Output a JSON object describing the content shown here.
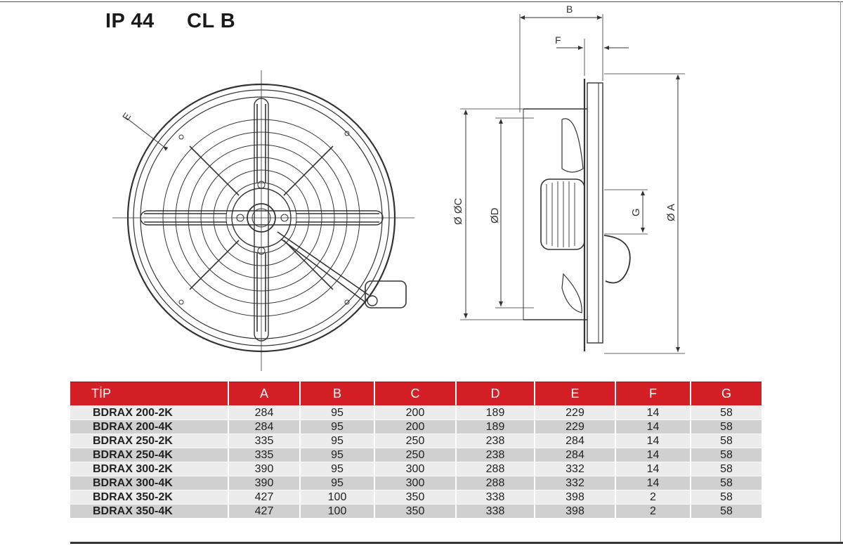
{
  "header": {
    "ip_rating": "IP 44",
    "insulation_class": "CL B"
  },
  "dimension_labels": {
    "b": "B",
    "f": "F",
    "e": "E",
    "g": "G",
    "diam_c": "Ø ØC",
    "diam_d": "ØD",
    "diam_a": "Ø A"
  },
  "table": {
    "headers": [
      "TİP",
      "A",
      "B",
      "C",
      "D",
      "E",
      "F",
      "G"
    ],
    "rows": [
      [
        "BDRAX 200-2K",
        "284",
        "95",
        "200",
        "189",
        "229",
        "14",
        "58"
      ],
      [
        "BDRAX 200-4K",
        "284",
        "95",
        "200",
        "189",
        "229",
        "14",
        "58"
      ],
      [
        "BDRAX 250-2K",
        "335",
        "95",
        "250",
        "238",
        "284",
        "14",
        "58"
      ],
      [
        "BDRAX 250-4K",
        "335",
        "95",
        "250",
        "238",
        "284",
        "14",
        "58"
      ],
      [
        "BDRAX 300-2K",
        "390",
        "95",
        "300",
        "288",
        "332",
        "14",
        "58"
      ],
      [
        "BDRAX 300-4K",
        "390",
        "95",
        "300",
        "288",
        "332",
        "14",
        "58"
      ],
      [
        "BDRAX 350-2K",
        "427",
        "100",
        "350",
        "338",
        "398",
        "2",
        "58"
      ],
      [
        "BDRAX 350-4K",
        "427",
        "100",
        "350",
        "338",
        "398",
        "2",
        "58"
      ]
    ]
  },
  "colors": {
    "header_red": "#d41f26",
    "row_light": "#ececec",
    "row_dark": "#d0d0d0"
  }
}
